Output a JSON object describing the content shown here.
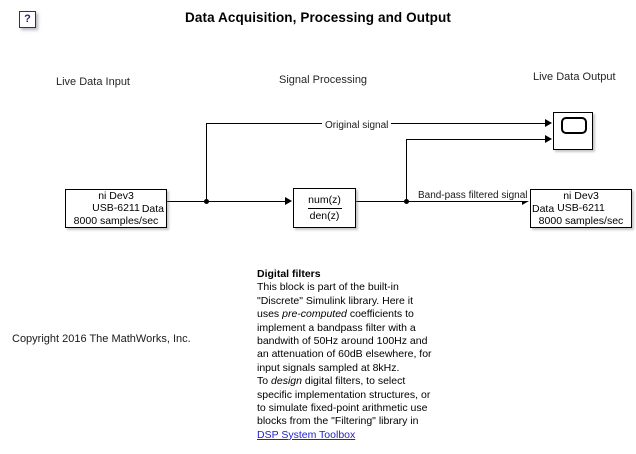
{
  "window": {
    "title": "Data Acquisition, Processing and Output",
    "help_icon": "?",
    "copyright": "Copyright 2016 The MathWorks, Inc."
  },
  "sections": {
    "input_label": "Live Data Input",
    "processing_label": "Signal Processing",
    "output_label": "Live Data Output"
  },
  "blocks": {
    "input": {
      "line1": "ni Dev3",
      "line2": "USB-6211",
      "line3": "8000 samples/sec",
      "port_label": "Data"
    },
    "filter": {
      "numerator": "num(z)",
      "denominator": "den(z)"
    },
    "output": {
      "line1": "ni Dev3",
      "line2": "USB-6211",
      "line3": "8000 samples/sec",
      "port_label": "Data"
    },
    "scope": {
      "icon": "scope-screen-icon"
    }
  },
  "signals": {
    "original": "Original signal",
    "filtered": "Band-pass filtered signal"
  },
  "note": {
    "title": "Digital filters",
    "p1_a": "This block is part of the built-in \"Discrete\" Simulink library. Here it uses ",
    "p1_em": "pre-computed",
    "p1_b": " coefficients to implement a bandpass filter with a bandwith of 50Hz around 100Hz and an attenuation of 60dB elsewhere, for input signals sampled at 8kHz.",
    "p2_a": "To ",
    "p2_em": "design",
    "p2_b": " digital filters, to select specific implementation structures, or to simulate fixed-point arithmetic use blocks from the \"Filtering\" library in ",
    "link": "DSP System Toolbox"
  },
  "colors": {
    "background": "#ffffff",
    "wire": "#000000",
    "link": "#2222cc",
    "help_border": "#2b2b80",
    "help_glyph": "#26267a"
  }
}
